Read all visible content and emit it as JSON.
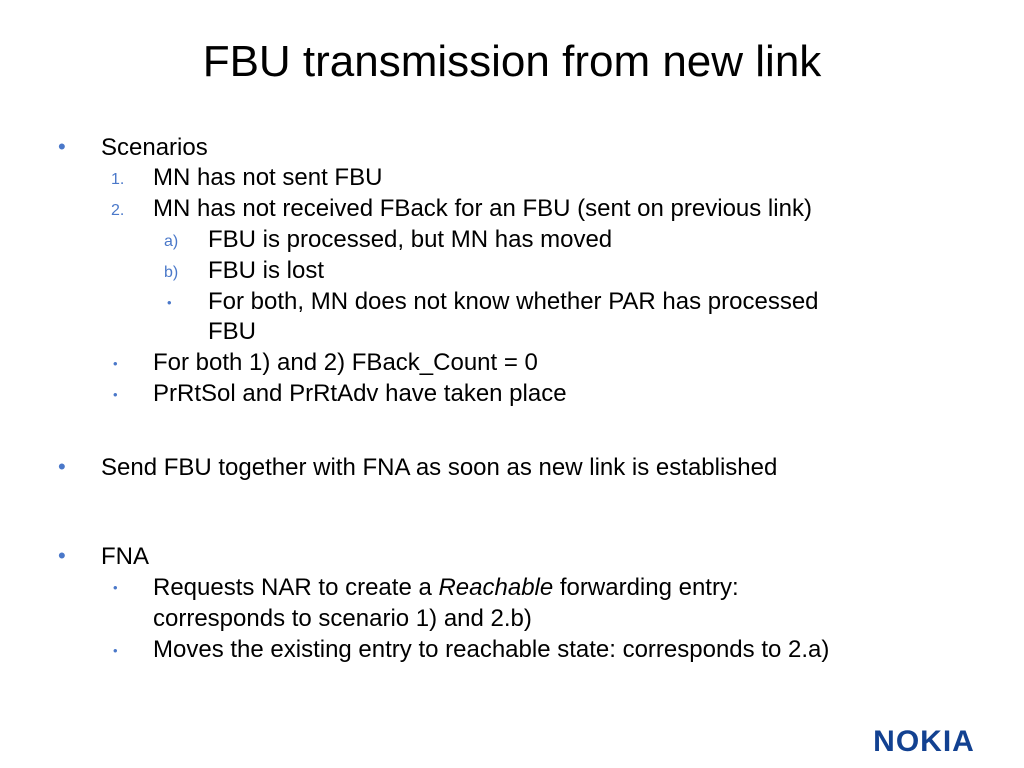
{
  "slide": {
    "title": "FBU transmission from new link"
  },
  "bullets": {
    "scenarios": {
      "marker": "•",
      "text": "Scenarios",
      "item1": {
        "marker": "1.",
        "text": "MN has not sent FBU"
      },
      "item2": {
        "marker": "2.",
        "text": "MN has not received FBack for an FBU (sent on previous link)",
        "sub_a": {
          "marker": "a)",
          "text": "FBU is processed, but MN has moved"
        },
        "sub_b": {
          "marker": "b)",
          "text": "FBU is lost"
        },
        "sub_both": {
          "marker": "•",
          "text_line1": "For both, MN does not know whether PAR has processed",
          "text_line2": "FBU"
        }
      },
      "note1": {
        "marker": "•",
        "text": "For both 1) and 2) FBack_Count = 0"
      },
      "note2": {
        "marker": "•",
        "text": "PrRtSol and PrRtAdv have taken place"
      }
    },
    "send": {
      "marker": "•",
      "text": "Send FBU together with FNA as soon as new link is established"
    },
    "fna": {
      "marker": "•",
      "text": "FNA",
      "item1": {
        "marker": "•",
        "text_before": "Requests NAR to create a ",
        "text_italic": "Reachable",
        "text_after": " forwarding entry:",
        "text_line2": "corresponds to scenario 1) and 2.b)"
      },
      "item2": {
        "marker": "•",
        "text": "Moves the existing entry to reachable state: corresponds to 2.a)"
      }
    }
  },
  "branding": {
    "logo_text": "NOKIA",
    "logo_color": "#124191"
  },
  "colors": {
    "marker": "#4a78c9",
    "text": "#000000",
    "background": "#ffffff"
  }
}
